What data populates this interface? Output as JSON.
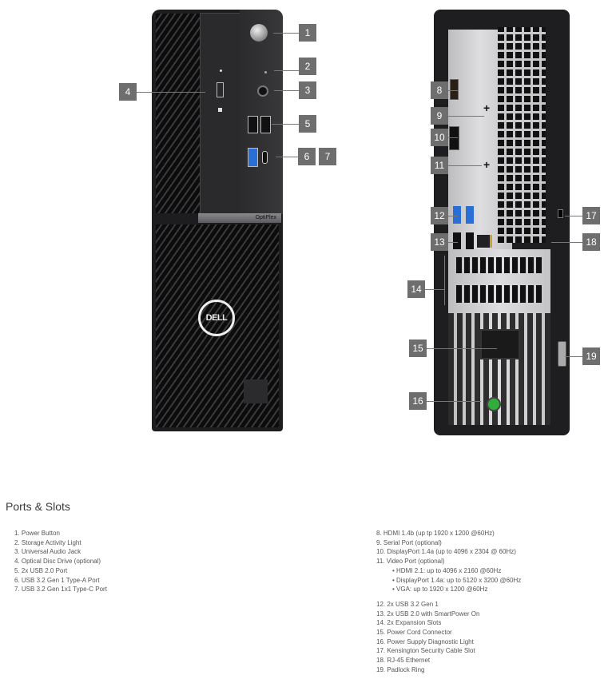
{
  "product": {
    "model_label": "OptiPlex",
    "logo_text": "DELL"
  },
  "callouts": [
    "1",
    "2",
    "3",
    "4",
    "5",
    "6",
    "7",
    "8",
    "9",
    "10",
    "11",
    "12",
    "13",
    "14",
    "15",
    "16",
    "17",
    "18",
    "19"
  ],
  "section_title": "Ports & Slots",
  "front_list": [
    "1. Power Button",
    "2. Storage Activity Light",
    "3. Universal Audio Jack",
    "4. Optical Disc Drive (optional)",
    "5. 2x USB 2.0 Port",
    "6. USB 3.2 Gen 1 Type-A Port",
    "7. USB 3.2 Gen 1x1 Type-C Port"
  ],
  "rear_list_a": [
    "8. HDMI 1.4b (up tp 1920 x 1200 @60Hz)",
    "9. Serial Port (optional)",
    "10. DisplayPort 1.4a (up to 4096 x 2304 @ 60Hz)",
    "11. Video Port (optional)"
  ],
  "video_options": [
    "HDMI 2.1: up to 4096 x 2160 @60Hz",
    "DisplayPort 1.4a: up to 5120 x 3200 @60Hz",
    "VGA: up to 1920 x 1200 @60Hz"
  ],
  "rear_list_b": [
    "12. 2x USB 3.2 Gen 1",
    "13. 2x USB 2.0 with SmartPower On",
    "14. 2x Expansion Slots",
    "15. Power Cord Connector",
    "16. Power Supply Diagnostic Light",
    "17. Kensington Security Cable Slot",
    "18. RJ-45 Ethernet",
    "19. Padlock Ring"
  ],
  "colors": {
    "callout": "#6e6e6e",
    "usb3": "#2a6fd6",
    "psu_light": "#2fae3a"
  }
}
